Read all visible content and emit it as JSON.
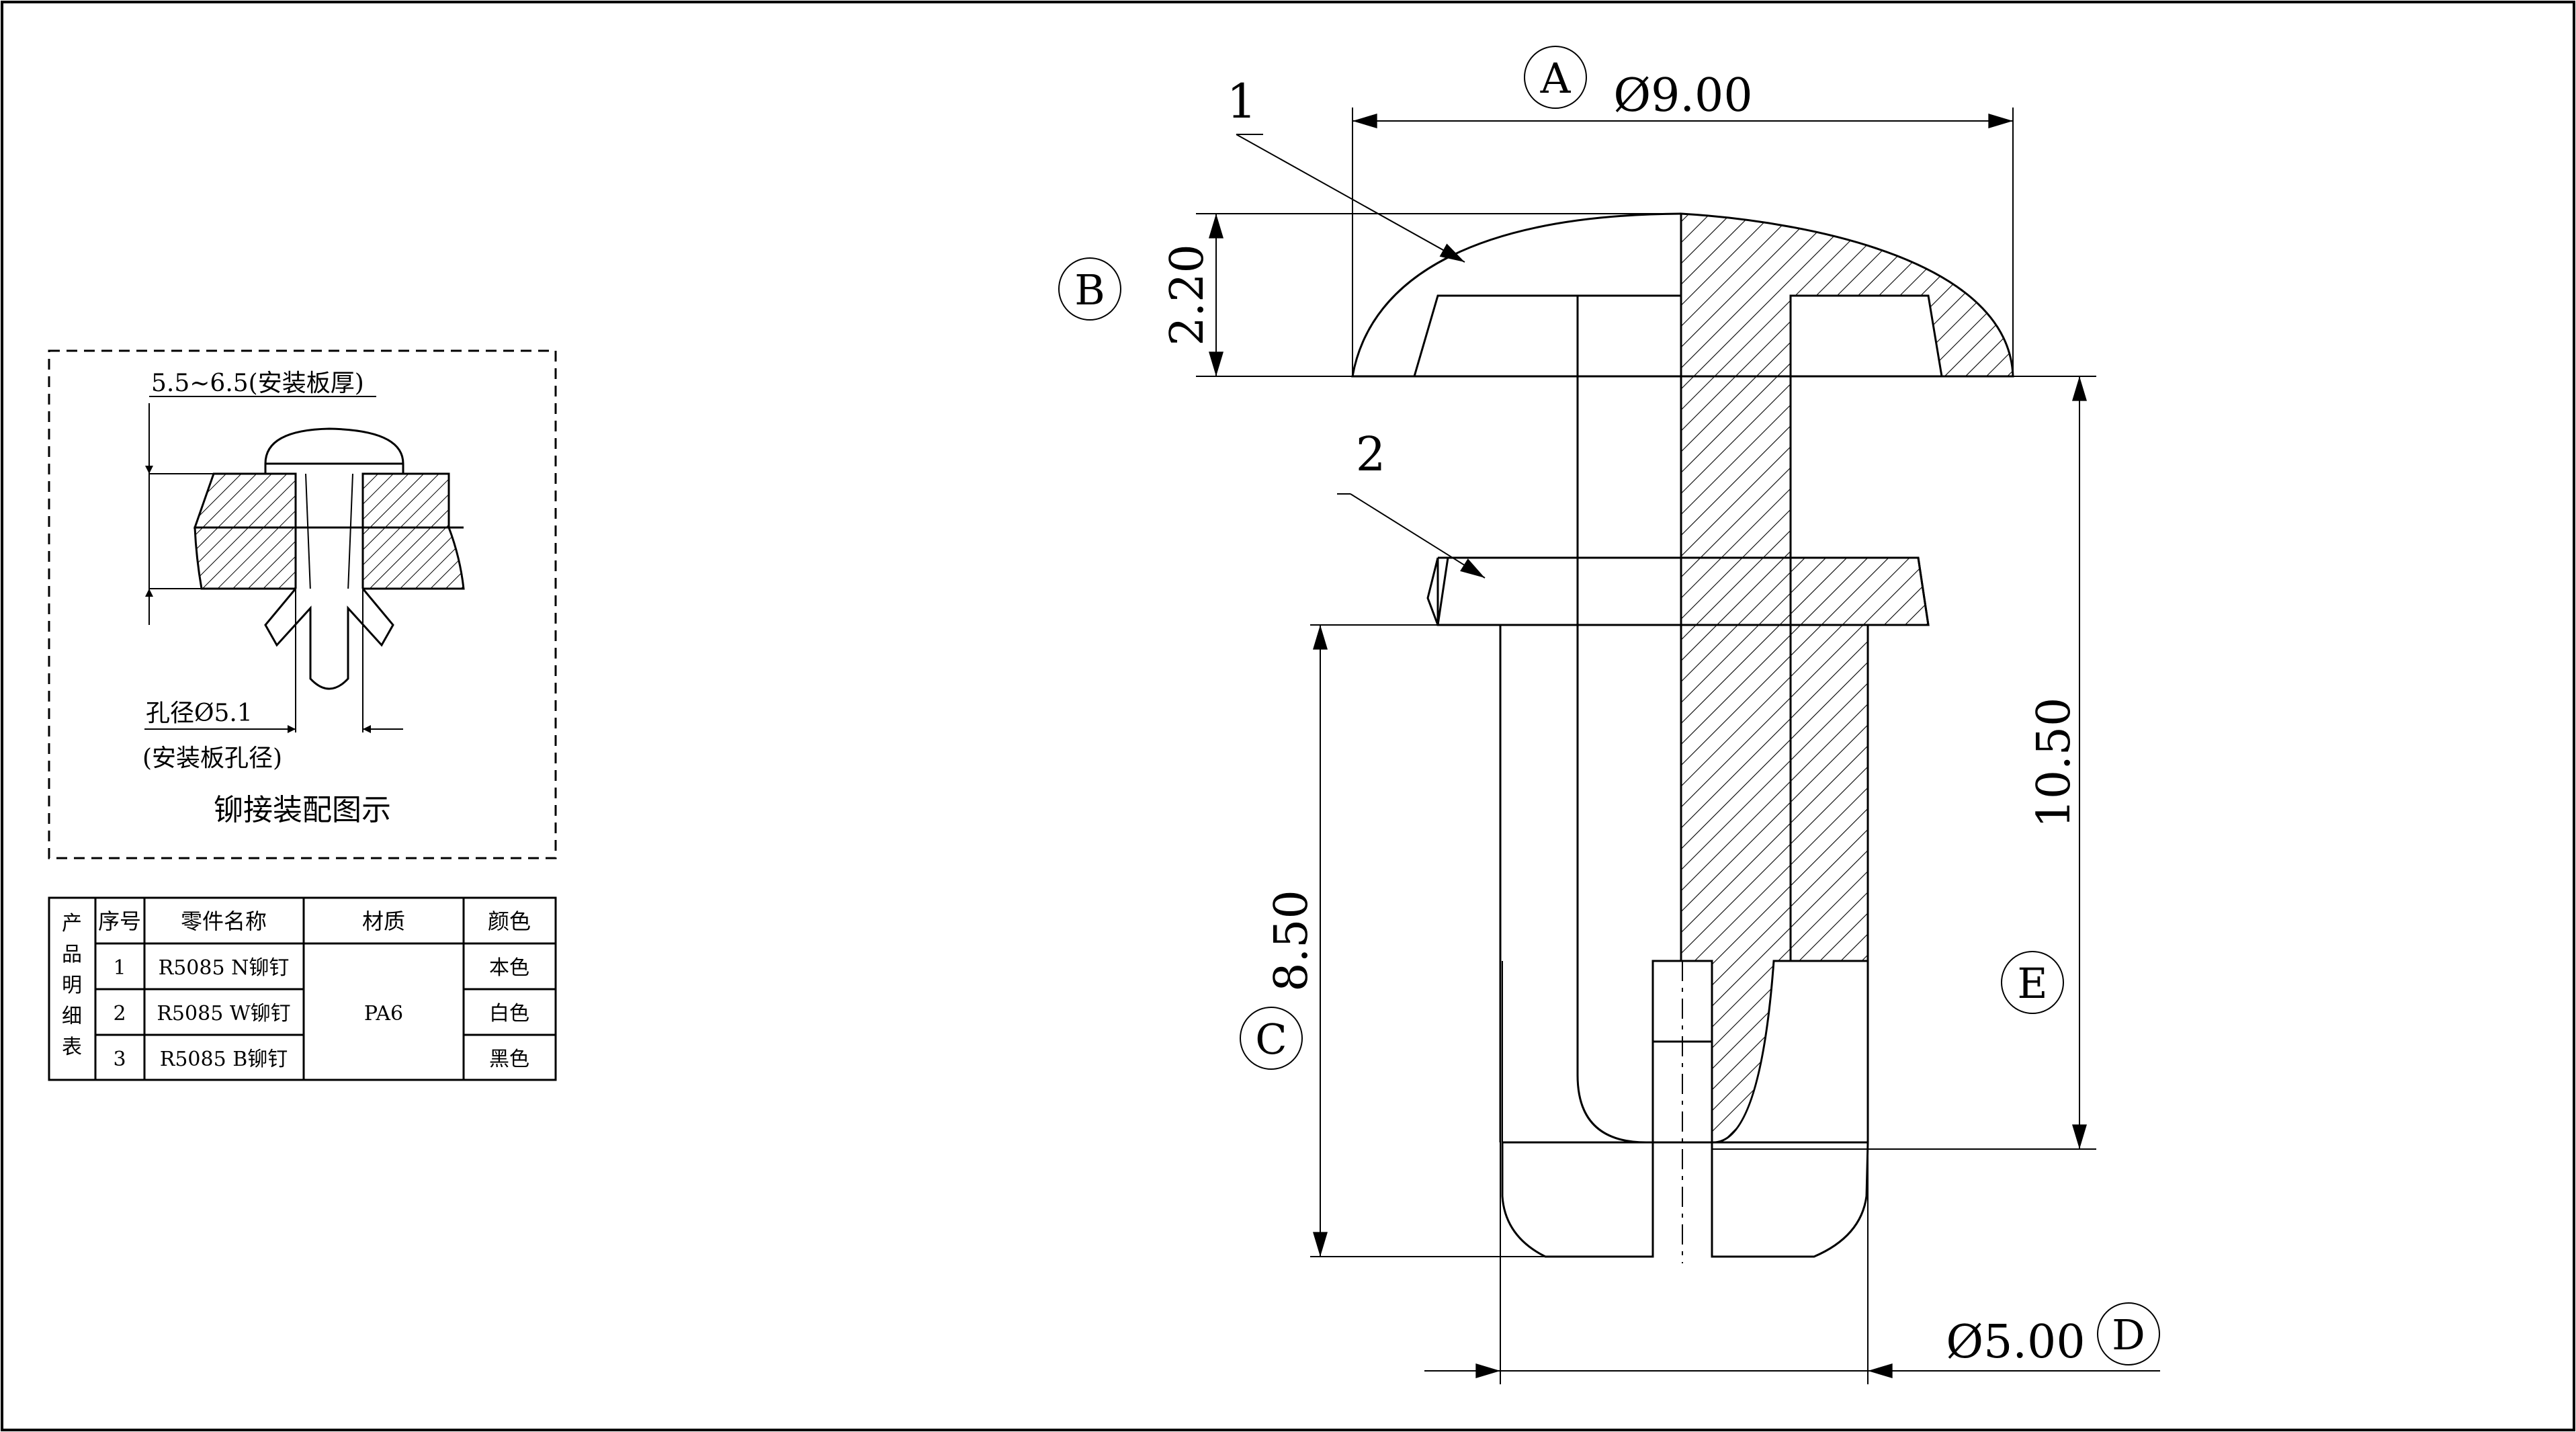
{
  "main_drawing": {
    "callouts": {
      "A": "A",
      "B": "B",
      "C": "C",
      "D": "D",
      "E": "E"
    },
    "part_labels": {
      "part1": "1",
      "part2": "2"
    },
    "dimensions": {
      "head_diameter": "Ø9.00",
      "head_height": "2.20",
      "total_length": "10.50",
      "shank_length": "8.50",
      "shank_diameter": "Ø5.00"
    }
  },
  "assembly_diagram": {
    "panel_thickness": "5.5~6.5(安装板厚)",
    "hole_diameter": "孔径Ø5.1",
    "hole_note": "(安装板孔径)",
    "caption": "铆接装配图示"
  },
  "parts_table": {
    "side_label": [
      "产",
      "品",
      "明",
      "细",
      "表"
    ],
    "headers": [
      "序号",
      "零件名称",
      "材质",
      "颜色"
    ],
    "material": "PA6",
    "rows": [
      {
        "no": "1",
        "name": "R5085 N铆钉",
        "color": "本色"
      },
      {
        "no": "2",
        "name": "R5085 W铆钉",
        "color": "白色"
      },
      {
        "no": "3",
        "name": "R5085 B铆钉",
        "color": "黑色"
      }
    ]
  }
}
